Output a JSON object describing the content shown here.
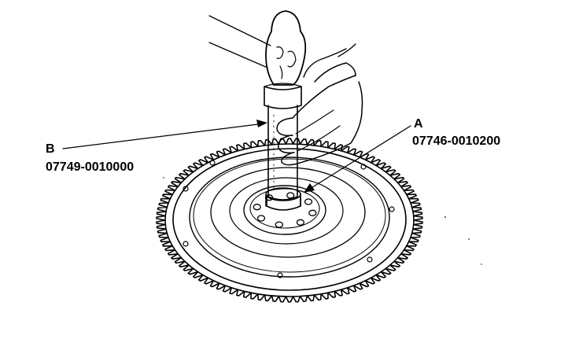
{
  "callouts": {
    "a": {
      "letter": "A",
      "part_number": "07746-0010200"
    },
    "b": {
      "letter": "B",
      "part_number": "07749-0010000"
    }
  },
  "style": {
    "ink": "#000000",
    "paper": "#ffffff"
  },
  "gear": {
    "tooth_count": 110
  },
  "bolt_holes": {
    "count": 8
  }
}
